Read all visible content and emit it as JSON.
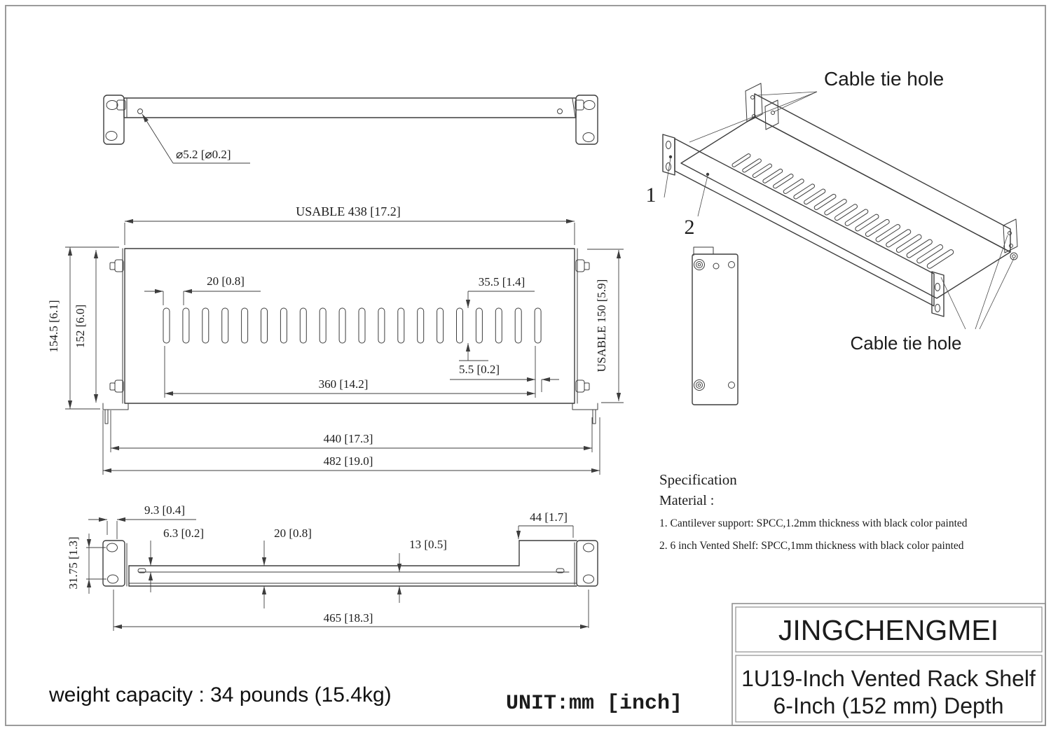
{
  "colors": {
    "line": "#3d3d3d",
    "text": "#1c1c1c",
    "border": "#9b9b9b"
  },
  "front_view": {
    "hole_label": "⌀5.2 [⌀0.2]"
  },
  "top_view": {
    "usable_width": "USABLE 438 [17.2]",
    "overall_height": "154.5 [6.1]",
    "inner_height": "152 [6.0]",
    "vent_pitch": "20 [0.8]",
    "vent_length": "35.5 [1.4]",
    "usable_depth": "USABLE 150 [5.9]",
    "vent_span": "360 [14.2]",
    "vent_width": "5.5 [0.2]",
    "inner_width": "440 [17.3]",
    "overall_width": "482 [19.0]"
  },
  "side_view": {
    "ear_offset": "9.3 [0.4]",
    "lip_gap": "6.3 [0.2]",
    "front_height": "20 [0.8]",
    "channel_height": "13 [0.5]",
    "rear_support_length": "44 [1.7]",
    "mount_hole_spacing": "31.75 [1.3]",
    "overall_depth": "465 [18.3]"
  },
  "iso_view": {
    "cable_tie_label_top": "Cable tie hole",
    "cable_tie_label_bottom": "Cable tie hole",
    "callout_1": "1",
    "callout_2": "2"
  },
  "specification": {
    "title": "Specification",
    "material_heading": "Material :",
    "items": [
      "1.  Cantilever support: SPCC,1.2mm thickness with black color painted",
      "2.  6 inch Vented Shelf: SPCC,1mm thickness with black color painted"
    ]
  },
  "footer": {
    "weight_capacity": "weight capacity : 34 pounds (15.4kg)",
    "unit_note": "UNIT:mm [inch]"
  },
  "title_block": {
    "brand": "JINGCHENGMEI",
    "product_line1": "1U19-Inch Vented Rack Shelf",
    "product_line2": "6-Inch (152 mm) Depth"
  }
}
